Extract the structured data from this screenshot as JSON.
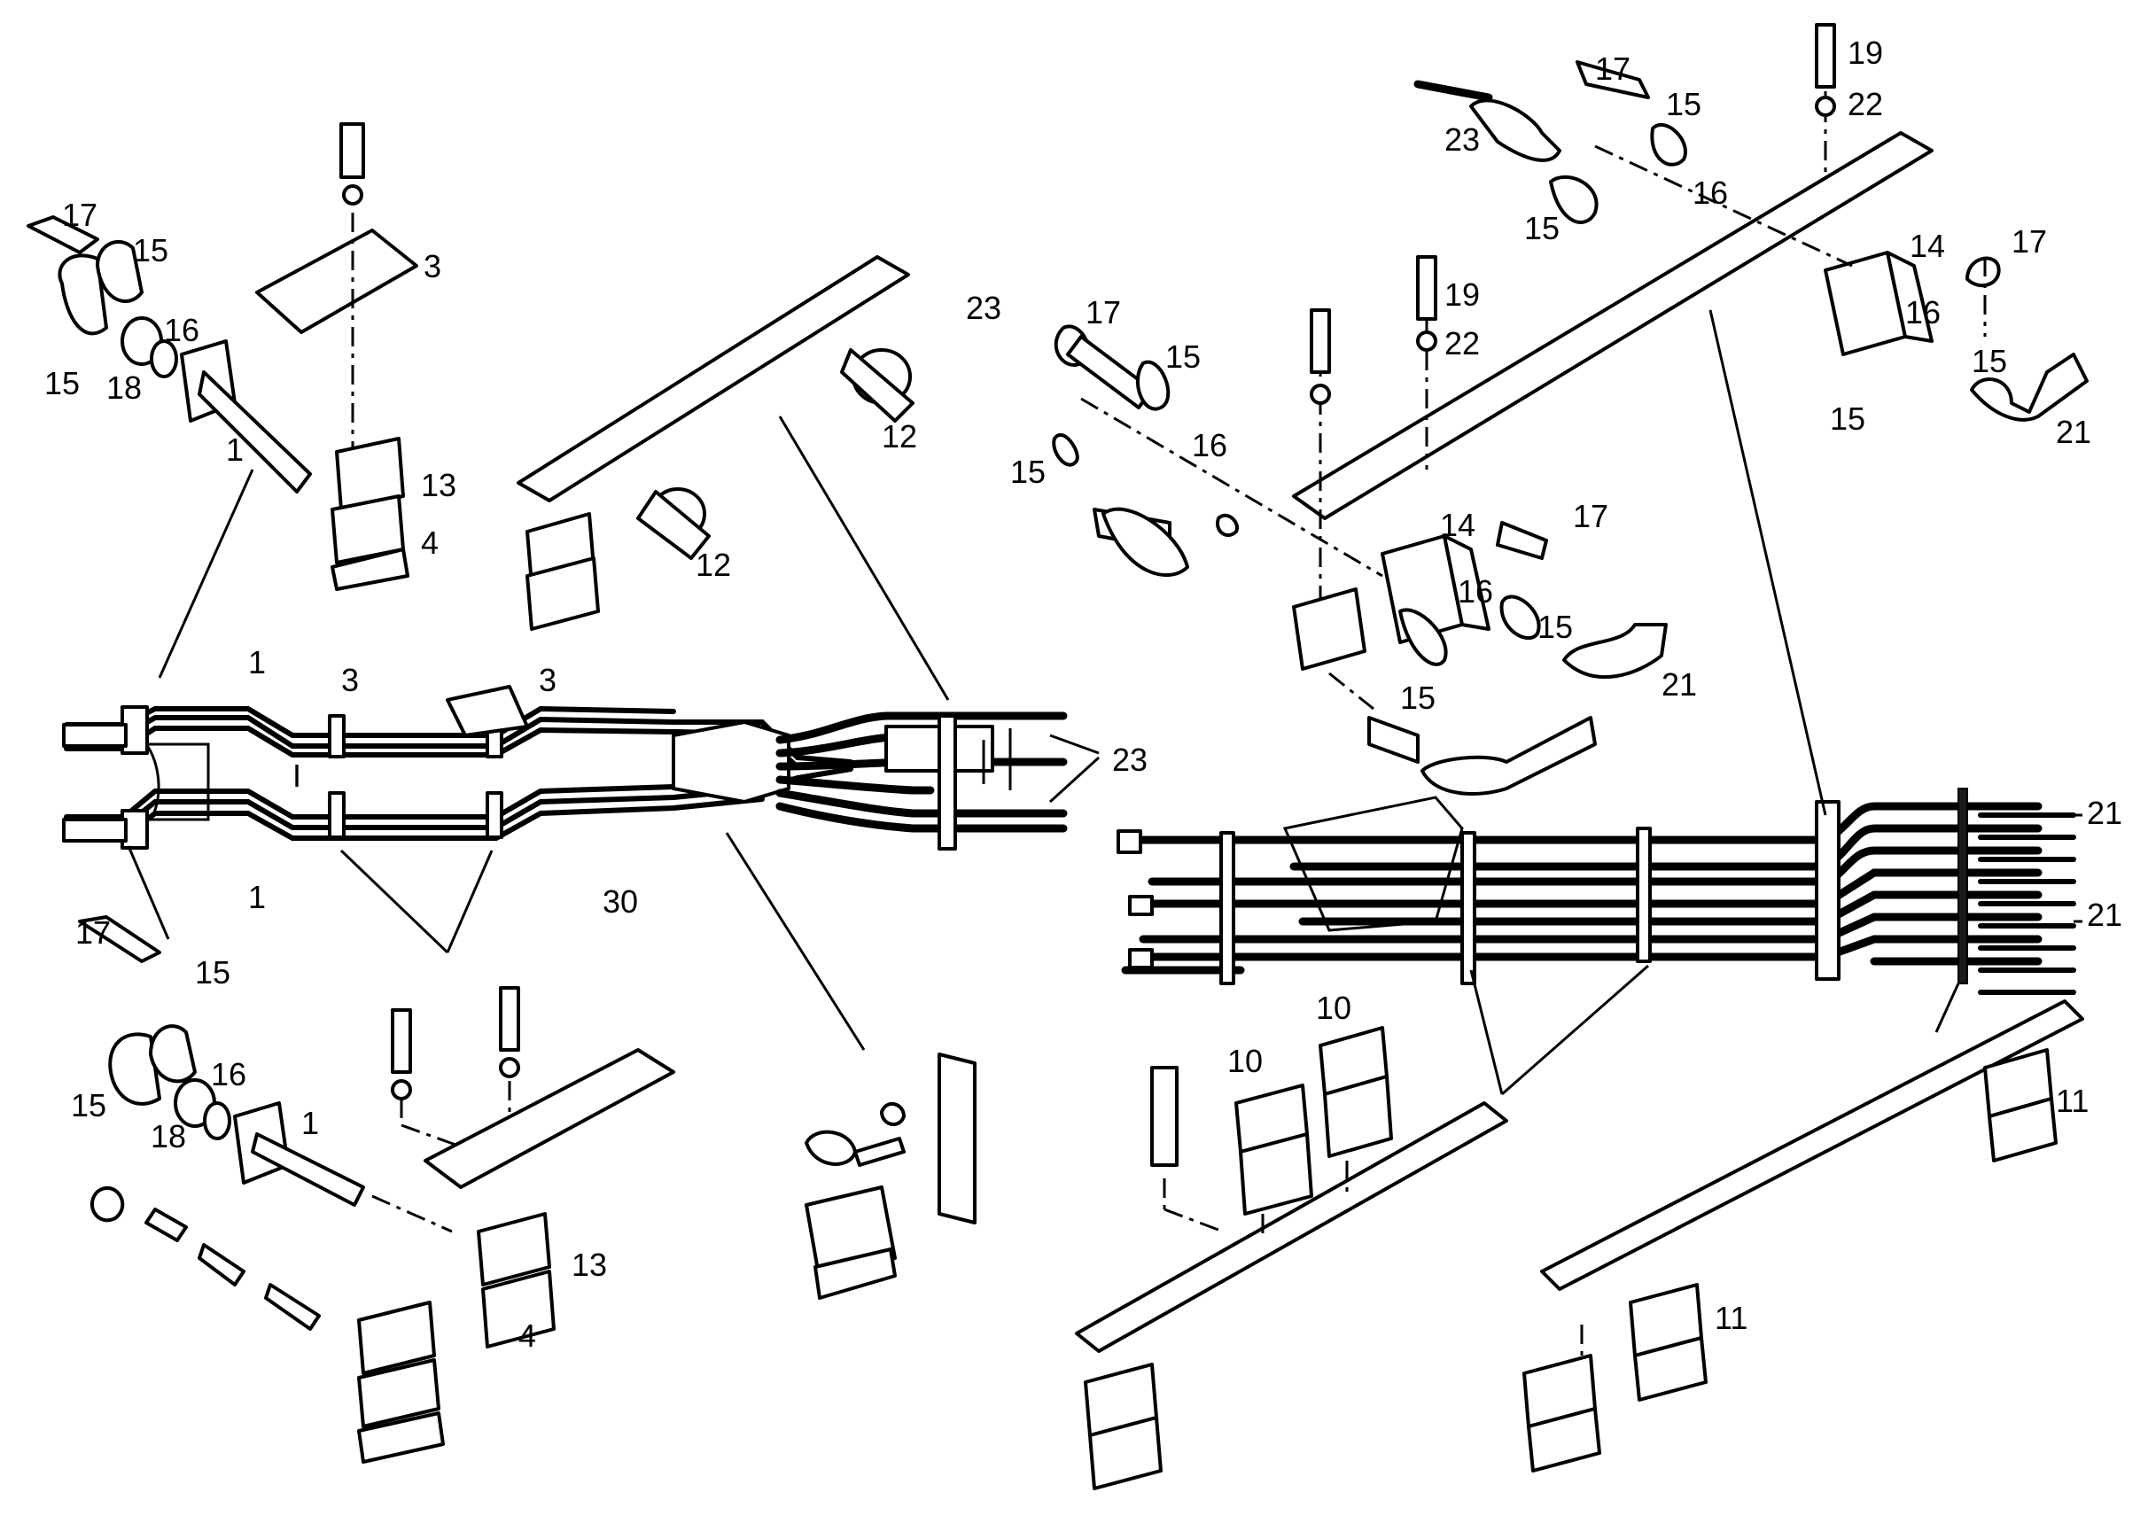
{
  "callouts": {
    "c1": "17",
    "c2": "15",
    "c3": "15",
    "c4": "18",
    "c5": "16",
    "c6": "1",
    "c7": "3",
    "c8": "13",
    "c9": "4",
    "c10": "12",
    "c11": "12",
    "c12": "1",
    "c13": "3",
    "c14": "3",
    "c15": "I",
    "c16": "1",
    "c17": "30",
    "c18": "23",
    "c19": "17",
    "c20": "15",
    "c21": "15",
    "c22": "16",
    "c23": "18",
    "c24": "1",
    "c25": "13",
    "c26": "4",
    "c27": "23",
    "c28": "17",
    "c29": "15",
    "c30": "15",
    "c31": "16",
    "c32": "19",
    "c33": "22",
    "c34": "14",
    "c35": "17",
    "c36": "16",
    "c37": "15",
    "c38": "15",
    "c39": "21",
    "c40": "23",
    "c41": "17",
    "c42": "15",
    "c43": "15",
    "c44": "16",
    "c45": "19",
    "c46": "22",
    "c47": "14",
    "c48": "17",
    "c49": "16",
    "c50": "15",
    "c51": "15",
    "c52": "21",
    "c53": "21",
    "c54": "21",
    "c55": "10",
    "c56": "10",
    "c57": "11",
    "c58": "11"
  },
  "colors": {
    "line": "#000000",
    "background": "#ffffff"
  }
}
